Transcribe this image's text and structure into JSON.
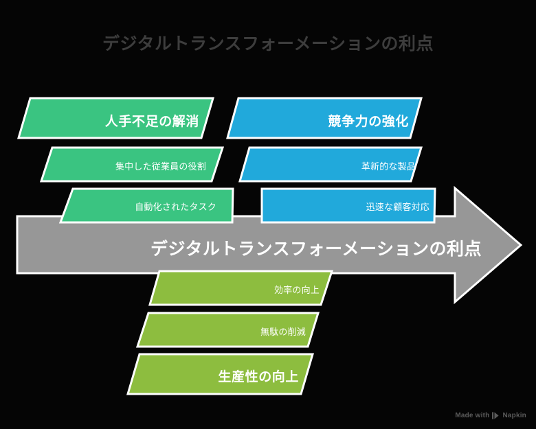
{
  "title": "デジタルトランスフォーメーションの利点",
  "spine": {
    "label": "デジタルトランスフォーメーションの利点",
    "color": "#979797"
  },
  "background_color": "#050505",
  "title_color": "#3d3d3d",
  "branches": [
    {
      "group": "top-left",
      "color": "#3ac481",
      "items": [
        {
          "label": "人手不足の解消",
          "emphasis": "primary"
        },
        {
          "label": "集中した従業員の役割",
          "emphasis": "secondary"
        },
        {
          "label": "自動化されたタスク",
          "emphasis": "secondary"
        }
      ]
    },
    {
      "group": "top-right",
      "color": "#21a9db",
      "items": [
        {
          "label": "競争力の強化",
          "emphasis": "primary"
        },
        {
          "label": "革新的な製品",
          "emphasis": "secondary"
        },
        {
          "label": "迅速な顧客対応",
          "emphasis": "secondary"
        }
      ]
    },
    {
      "group": "bottom-center",
      "color": "#8dbd3f",
      "items": [
        {
          "label": "効率の向上",
          "emphasis": "secondary"
        },
        {
          "label": "無駄の削減",
          "emphasis": "secondary"
        },
        {
          "label": "生産性の向上",
          "emphasis": "primary"
        }
      ]
    }
  ],
  "watermark": {
    "text_before": "Made with",
    "brand": "Napkin",
    "icon": "napkin-logo-icon"
  }
}
